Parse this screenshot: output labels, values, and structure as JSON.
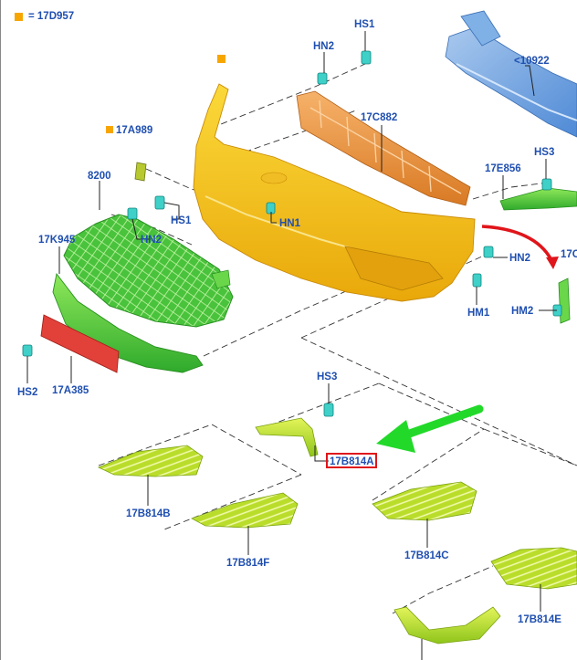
{
  "legend": {
    "marker_color": "#f7a600",
    "text": "= 17D957"
  },
  "highlight_color": "#e0151b",
  "labels": {
    "hs1_top": "HS1",
    "hn2_top": "HN2",
    "reinforcement": "<10922",
    "absorber": "17C882",
    "part_17a989": "17A989",
    "part_8200": "8200",
    "hs1_left": "HS1",
    "hn1": "HN1",
    "part_17e856": "17E856",
    "hs3_right": "HS3",
    "part_17c_cut": "17C",
    "hn2_left": "HN2",
    "part_17k945": "17K945",
    "hn2_right": "HN2",
    "hm1": "HM1",
    "hm2": "HM2",
    "hs2": "HS2",
    "part_17a385": "17A385",
    "hs3_mid": "HS3",
    "part_17b814a": "17B814A",
    "part_17b814b": "17B814B",
    "part_17b814f": "17B814F",
    "part_17b814c": "17B814C",
    "part_17b814e": "17B814E"
  }
}
